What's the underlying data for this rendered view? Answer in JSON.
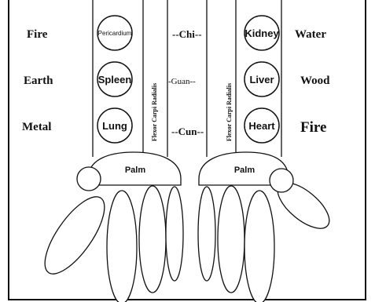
{
  "diagram": {
    "left_elements": {
      "top": "Fire",
      "middle": "Earth",
      "bottom": "Metal"
    },
    "right_elements": {
      "top": "Water",
      "middle": "Wood",
      "bottom": "Fire"
    },
    "positions": {
      "top": "--Chi--",
      "middle": "-Guan--",
      "bottom": "--Cun--"
    },
    "left_organs": {
      "top": "Pericardium",
      "middle": "Spleen",
      "bottom": "Lung"
    },
    "right_organs": {
      "top": "Kidney",
      "middle": "Liver",
      "bottom": "Heart"
    },
    "tendon_label": "Flexor Carpi Radialis",
    "palm_label": "Palm"
  }
}
